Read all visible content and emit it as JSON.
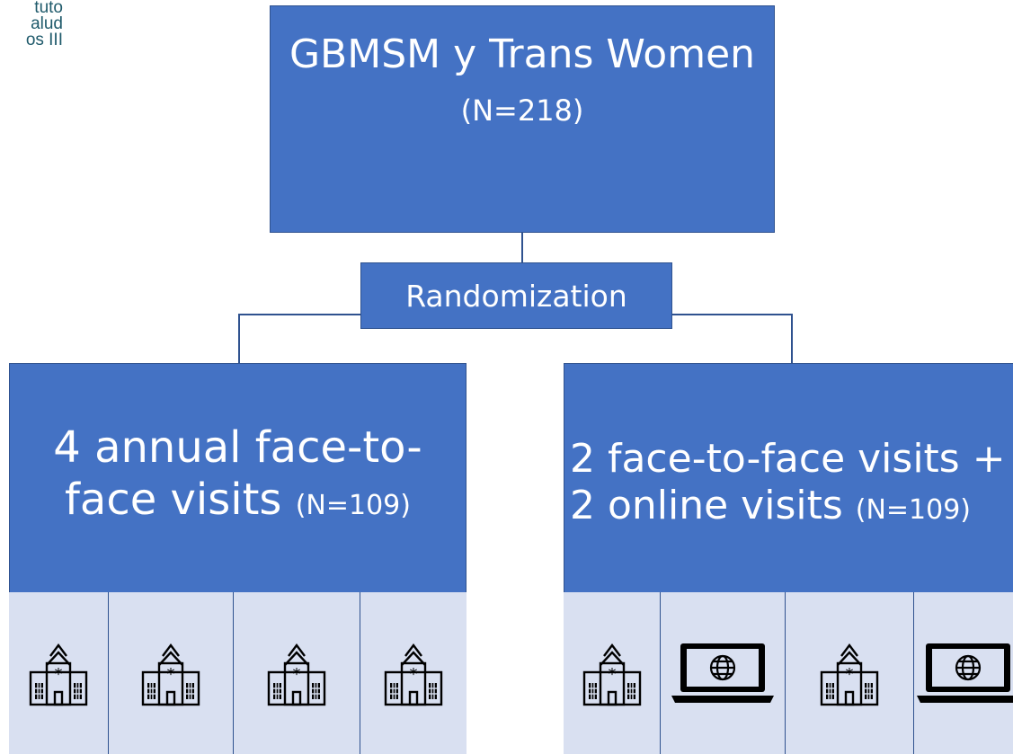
{
  "logo": {
    "lines": [
      "tuto",
      "alud",
      "os III"
    ]
  },
  "top_box": {
    "title": "GBMSM y Trans Women",
    "n": "(N=218)"
  },
  "randomization": {
    "label": "Randomization"
  },
  "arm_left": {
    "line1": "4 annual face-to-",
    "line2_main": "face visits ",
    "line2_n": "(N=109)",
    "visits": [
      "hospital",
      "hospital",
      "hospital",
      "hospital"
    ]
  },
  "arm_right": {
    "line1": "2 face-to-face visits +",
    "line2_main": "2 online visits ",
    "line2_n": "(N=109)",
    "visits": [
      "hospital",
      "laptop",
      "hospital",
      "laptop"
    ]
  },
  "colors": {
    "box_fill": "#4472c4",
    "box_border": "#2f528f",
    "strip_fill": "#d9e0f1",
    "connector": "#2f528f",
    "logo": "#1f5a6b"
  },
  "icons": {
    "hospital": "hospital-icon",
    "laptop": "laptop-globe-icon"
  }
}
